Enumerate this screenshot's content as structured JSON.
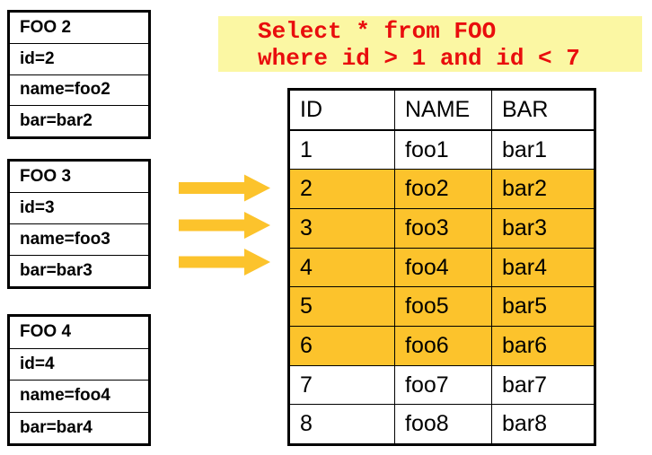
{
  "query_box": {
    "line1": "Select * from FOO",
    "line2": "where id > 1 and id < 7",
    "background_color": "#FBF7A3",
    "text_color": "#E90D0D"
  },
  "record_boxes": [
    {
      "title": "FOO 2",
      "fields": [
        "id=2",
        "name=foo2",
        "bar=bar2"
      ]
    },
    {
      "title": "FOO 3",
      "fields": [
        "id=3",
        "name=foo3",
        "bar=bar3"
      ]
    },
    {
      "title": "FOO 4",
      "fields": [
        "id=4",
        "name=foo4",
        "bar=bar4"
      ]
    }
  ],
  "arrows": {
    "count": 3,
    "direction": "right",
    "color": "#FCC32C",
    "icon": "right-arrow-icon"
  },
  "result_table": {
    "columns": [
      "ID",
      "NAME",
      "BAR"
    ],
    "rows": [
      {
        "id": "1",
        "name": "foo1",
        "bar": "bar1",
        "highlighted": false
      },
      {
        "id": "2",
        "name": "foo2",
        "bar": "bar2",
        "highlighted": true
      },
      {
        "id": "3",
        "name": "foo3",
        "bar": "bar3",
        "highlighted": true
      },
      {
        "id": "4",
        "name": "foo4",
        "bar": "bar4",
        "highlighted": true
      },
      {
        "id": "5",
        "name": "foo5",
        "bar": "bar5",
        "highlighted": true
      },
      {
        "id": "6",
        "name": "foo6",
        "bar": "bar6",
        "highlighted": true
      },
      {
        "id": "7",
        "name": "foo7",
        "bar": "bar7",
        "highlighted": false
      },
      {
        "id": "8",
        "name": "foo8",
        "bar": "bar8",
        "highlighted": false
      }
    ],
    "highlight_color": "#FCC32C"
  }
}
